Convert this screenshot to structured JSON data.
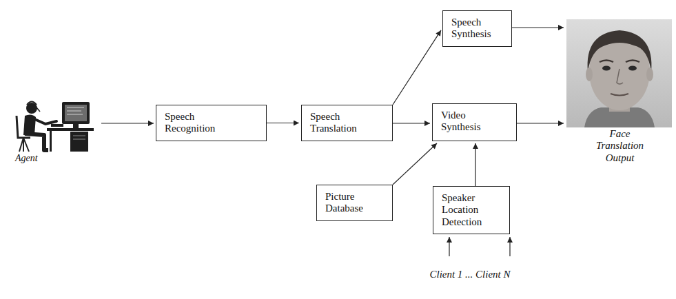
{
  "diagram": {
    "nodes": [
      {
        "text": [
          "Agent"
        ]
      },
      {
        "text": [
          "Speech Recognition"
        ]
      },
      {
        "text": [
          "Speech Translation"
        ]
      },
      {
        "text": [
          "Speech Synthesis"
        ]
      },
      {
        "text": [
          "Video Synthesis"
        ]
      },
      {
        "text": [
          "Face Translation Output"
        ]
      },
      {
        "text": [
          "Picture Database"
        ]
      },
      {
        "text": [
          "Speaker Location Detection"
        ]
      }
    ],
    "edges": [
      {
        "from": 0,
        "to": 1,
        "arrow": "to"
      },
      {
        "from": 1,
        "to": 2,
        "arrow": "to"
      },
      {
        "from": 2,
        "to": 3,
        "arrow": "to"
      },
      {
        "from": 2,
        "to": 4,
        "arrow": "to"
      },
      {
        "from": 3,
        "to": 5,
        "arrow": "to"
      },
      {
        "from": 4,
        "to": 5,
        "arrow": "to"
      },
      {
        "from": 6,
        "to": 4,
        "arrow": "to"
      },
      {
        "from": 7,
        "to": 4,
        "arrow": "to"
      }
    ],
    "labels": [
      "Client 1 ... Client N"
    ]
  }
}
